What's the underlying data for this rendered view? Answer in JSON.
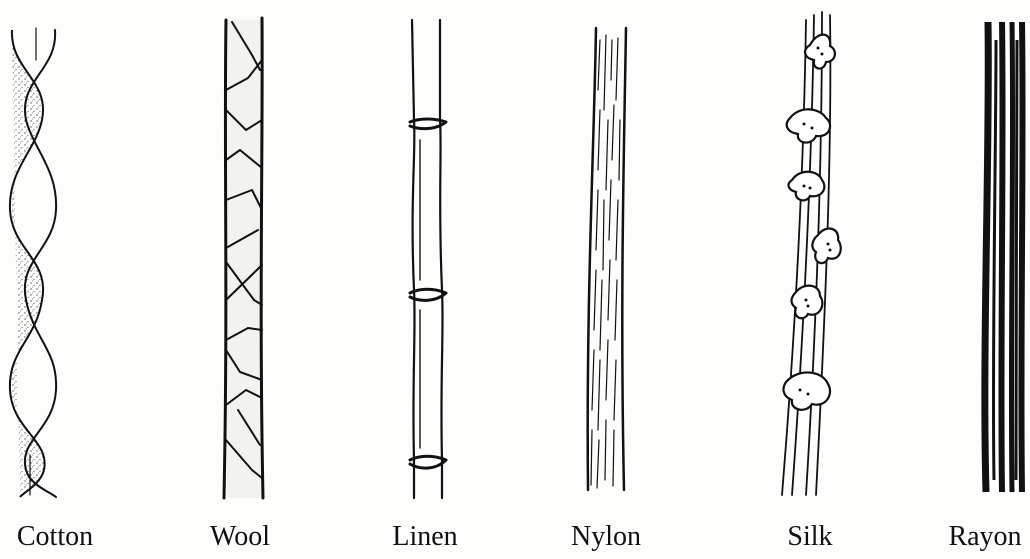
{
  "fibers": [
    {
      "label": "Cotton"
    },
    {
      "label": "Wool"
    },
    {
      "label": "Linen"
    },
    {
      "label": "Nylon"
    },
    {
      "label": "Silk"
    },
    {
      "label": "Rayon"
    }
  ]
}
